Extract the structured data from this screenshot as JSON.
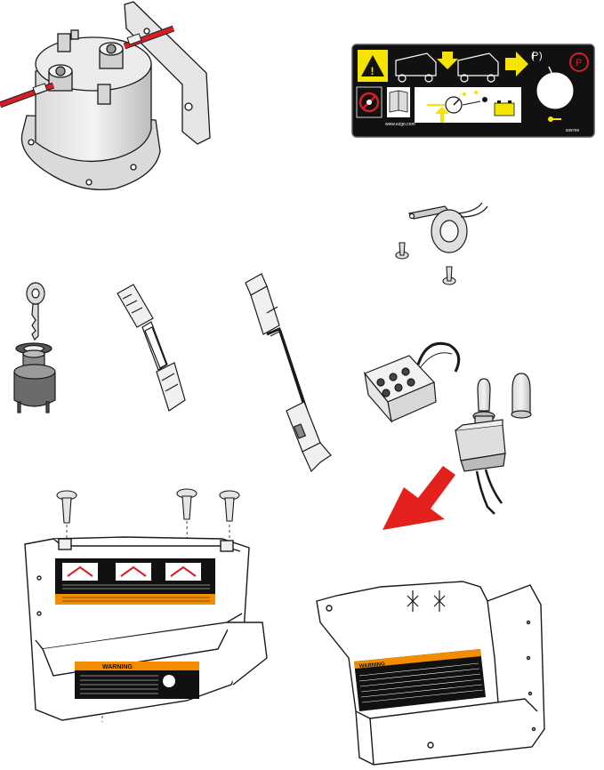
{
  "labels": {
    "decal_url": "www.ezgo.com",
    "decal_part_number": "608769",
    "park_letter_left": "P",
    "park_letter_right": "P",
    "warning_left": "WARNING",
    "warning_right": "WARNING"
  },
  "colors": {
    "outline": "#1a1a1a",
    "wire_red": "#d41f26",
    "arrow_red": "#e3201b",
    "decal_black": "#111111",
    "decal_yellow": "#f5e300",
    "warning_orange": "#f28c00"
  },
  "icons": {
    "key_symbol": "key-icon",
    "cart_forward": "golf-cart-icon",
    "cart_reverse": "golf-cart-icon",
    "direction_arrow": "arrow-right-icon",
    "alert_triangle": "warning-triangle-icon",
    "no_entry": "prohibition-icon",
    "manual": "manual-book-icon",
    "battery": "battery-icon"
  }
}
